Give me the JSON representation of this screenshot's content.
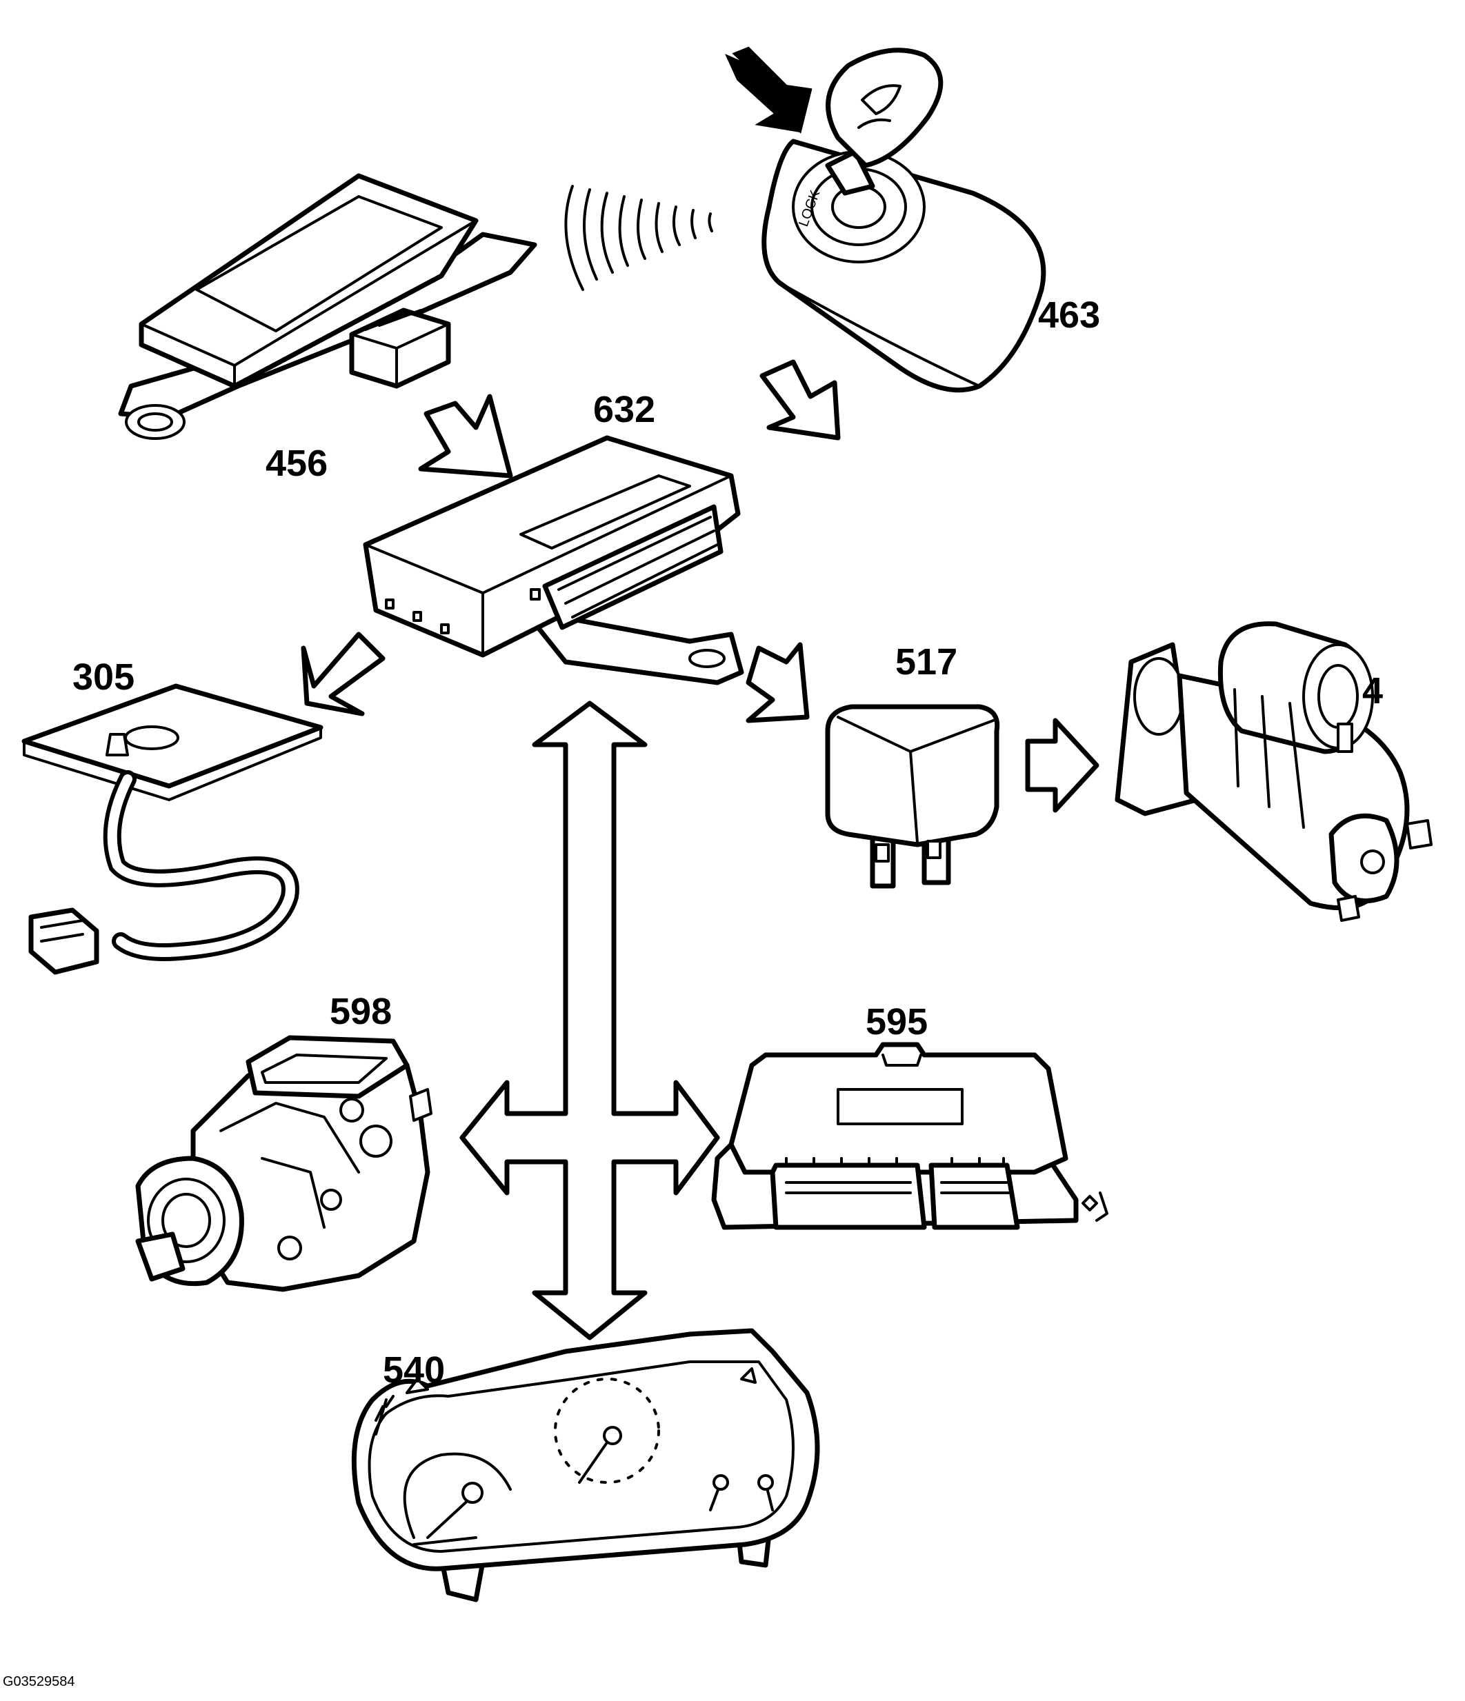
{
  "labels": {
    "c456": "456",
    "c463": "463",
    "c632": "632",
    "c305": "305",
    "c517": "517",
    "c4": "4",
    "c598": "598",
    "c595": "595",
    "c540": "540"
  },
  "key_text": "LOCK",
  "figure_id": "G03529584",
  "colors": {
    "line": "#000000",
    "background": "#ffffff"
  }
}
